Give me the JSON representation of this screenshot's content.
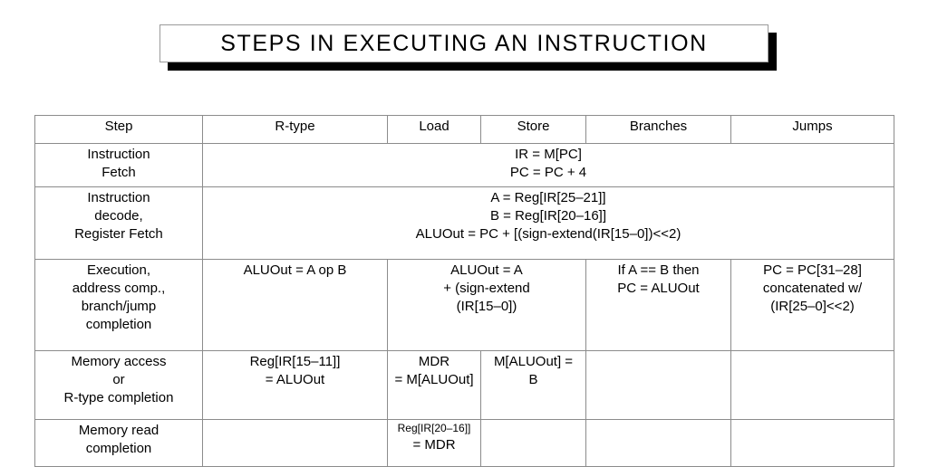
{
  "slide": {
    "title": "STEPS IN EXECUTING AN INSTRUCTION"
  },
  "table": {
    "headers": {
      "step": "Step",
      "rtype": "R-type",
      "load": "Load",
      "store": "Store",
      "branches": "Branches",
      "jumps": "Jumps"
    },
    "rows": {
      "fetch": {
        "step_line1": "Instruction",
        "step_line2": "Fetch",
        "all_line1": "IR = M[PC]",
        "all_line2": "PC = PC + 4"
      },
      "decode": {
        "step_line1": "Instruction",
        "step_line2": "decode,",
        "step_line3": "Register Fetch",
        "all_line1": "A = Reg[IR[25–21]]",
        "all_line2": "B = Reg[IR[20–16]]",
        "all_line3": "ALUOut = PC + [(sign-extend(IR[15–0])<<2)"
      },
      "execution": {
        "step_line1": "Execution,",
        "step_line2": "address comp.,",
        "step_line3": "branch/jump",
        "step_line4": "completion",
        "rtype_line1": "ALUOut = A op B",
        "loadstore_line1": "ALUOut = A",
        "loadstore_line2": "+ (sign-extend",
        "loadstore_line3": "(IR[15–0])",
        "branches_line1": "If A == B then",
        "branches_line2": "PC = ALUOut",
        "jumps_line1": "PC = PC[31–28]",
        "jumps_line2": "concatenated w/",
        "jumps_line3": "(IR[25–0]<<2)"
      },
      "memory_access": {
        "step_line1": "Memory access",
        "step_line2": "or",
        "step_line3": "R-type completion",
        "rtype_line1": "Reg[IR[15–11]]",
        "rtype_line2": "= ALUOut",
        "load_line1": "MDR",
        "load_line2": "= M[ALUOut]",
        "store_line1": "M[ALUOut] =",
        "store_line2": "B",
        "branches_value": "",
        "jumps_value": ""
      },
      "memory_read": {
        "step_line1": "Memory read",
        "step_line2": "completion",
        "rtype_value": "",
        "load_line1": "Reg[IR[20–16]]",
        "load_line2": "= MDR",
        "store_value": "",
        "branches_value": "",
        "jumps_value": ""
      }
    }
  },
  "colors": {
    "background": "#ffffff",
    "text": "#000000",
    "border": "#8c8c8c",
    "title_shadow": "#000000"
  }
}
